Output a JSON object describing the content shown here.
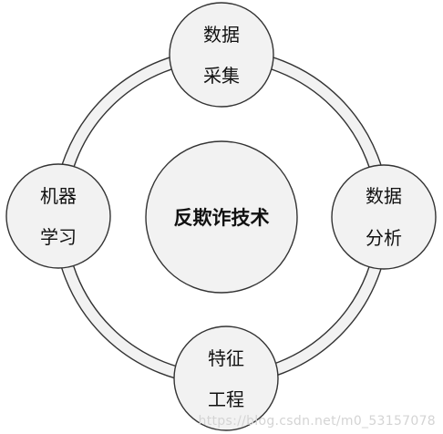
{
  "center": {
    "label": "反欺诈技术"
  },
  "nodes": {
    "top": {
      "line1": "数据",
      "line2": "采集"
    },
    "right": {
      "line1": "数据",
      "line2": "分析"
    },
    "bottom": {
      "line1": "特征",
      "line2": "工程"
    },
    "left": {
      "line1": "机器",
      "line2": "学习"
    }
  },
  "watermark": "https://blog.csdn.net/m0_53157078",
  "colors": {
    "stroke": "#333333",
    "ring_fill": "#f2f2f2",
    "node_fill": "#f2f2f2",
    "center_fill": "#f2f2f2",
    "text": "#111111"
  }
}
